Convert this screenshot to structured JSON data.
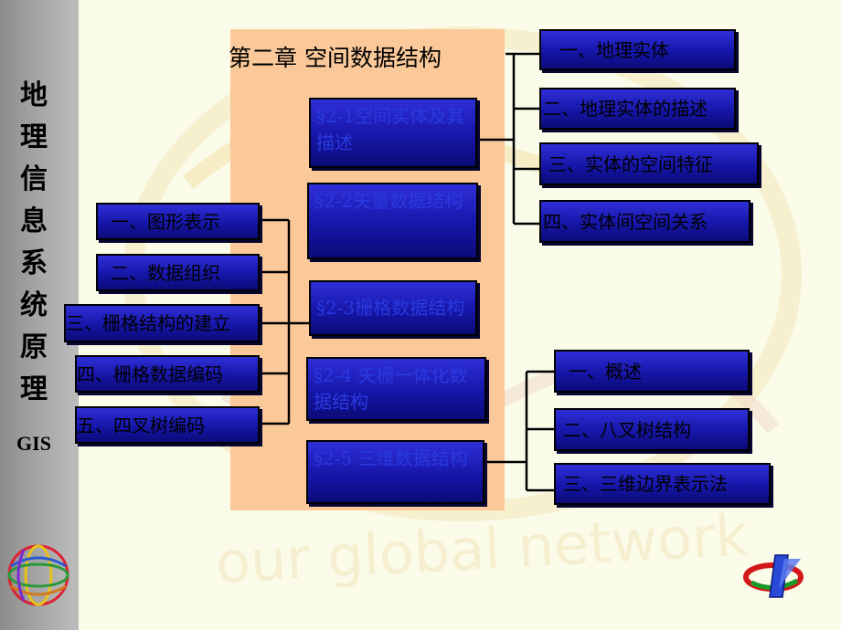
{
  "sidebar": {
    "title_chars": [
      "地",
      "理",
      "信",
      "息",
      "系",
      "统",
      "原",
      "理"
    ],
    "subtitle": "GIS"
  },
  "chapter": {
    "title": "第二章  空间数据结构"
  },
  "sections": [
    {
      "label": "§2-1空间实体及其描述"
    },
    {
      "label": "§2-2矢量数据结构"
    },
    {
      "label": "§2-3栅格数据结构"
    },
    {
      "label": "§2-4 矢栅一体化数据结构"
    },
    {
      "label": "§2-5 三维数据结构"
    }
  ],
  "right_upper": [
    {
      "label": "一、地理实体"
    },
    {
      "label": "二、地理实体的描述"
    },
    {
      "label": "三、实体的空间特征"
    },
    {
      "label": "四、实体间空间关系"
    }
  ],
  "left_group": [
    {
      "label": "一、图形表示"
    },
    {
      "label": "二、数据组织"
    },
    {
      "label": "三、栅格结构的建立"
    },
    {
      "label": "四、栅格数据编码"
    },
    {
      "label": "五、四叉树编码"
    }
  ],
  "right_lower": [
    {
      "label": "一、概述"
    },
    {
      "label": "二、八叉树结构"
    },
    {
      "label": "三、三维边界表示法"
    }
  ],
  "background": {
    "watermark": "our global network"
  },
  "colors": {
    "box_blue": "#1a1ab8",
    "panel_peach": "#fbc999",
    "section_text": "#2a3ae0",
    "page_bg": "#fbfbea"
  }
}
